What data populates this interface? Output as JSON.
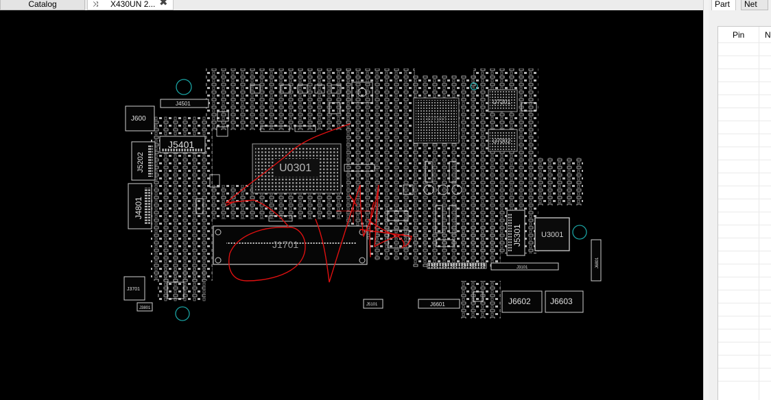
{
  "tabs": {
    "catalog": "Catalog",
    "board": "X430UN 2...",
    "board_icon": "shuffle-icon",
    "close_icon": "close-icon"
  },
  "board": {
    "designators": {
      "cpu": "U0301",
      "gpu": "U7001",
      "mem1": "U7201",
      "mem2": "U7202",
      "ic": "U3001",
      "slot": "J1701",
      "j5401": "J5401",
      "j5202": "J5202",
      "j4801": "J4801",
      "j600": "J600",
      "j4501": "J4501",
      "j3701": "J3701",
      "j3801": "J3801",
      "j5101": "J5101",
      "j5301": "J5301",
      "j6601": "J6601",
      "j6602": "J6602",
      "j6603": "J6603",
      "j3101": "J3101",
      "j6801": "J6801"
    }
  },
  "panel": {
    "tab_part": "Part",
    "tab_net": "Net",
    "col_pin": "Pin",
    "col_net": "Ne"
  }
}
